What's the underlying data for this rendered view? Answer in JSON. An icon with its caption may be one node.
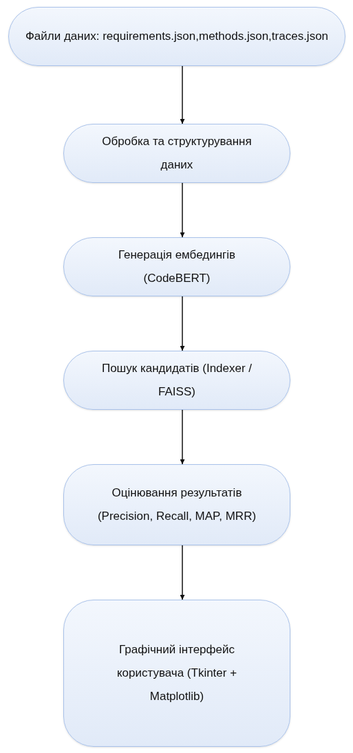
{
  "diagram": {
    "nodes": [
      {
        "text": [
          "Файли даних: requirements.json,methods.json,traces.json"
        ]
      },
      {
        "text": [
          "Обробка та структурування даних"
        ]
      },
      {
        "text": [
          "Генерація ембедингів (CodeBERT)"
        ]
      },
      {
        "text": [
          "Пошук кандидатів (Indexer / FAISS)"
        ]
      },
      {
        "text": [
          "Оцінювання результатів (Precision, Recall, MAP, MRR)"
        ]
      },
      {
        "text": [
          "Графічний інтерфейс користувача (Tkinter + Matplotlib)"
        ]
      }
    ],
    "edges": [
      {
        "from": 0,
        "to": 1,
        "arrow": "to"
      },
      {
        "from": 1,
        "to": 2,
        "arrow": "to"
      },
      {
        "from": 2,
        "to": 3,
        "arrow": "to"
      },
      {
        "from": 3,
        "to": 4,
        "arrow": "to"
      },
      {
        "from": 4,
        "to": 5,
        "arrow": "to"
      }
    ]
  }
}
